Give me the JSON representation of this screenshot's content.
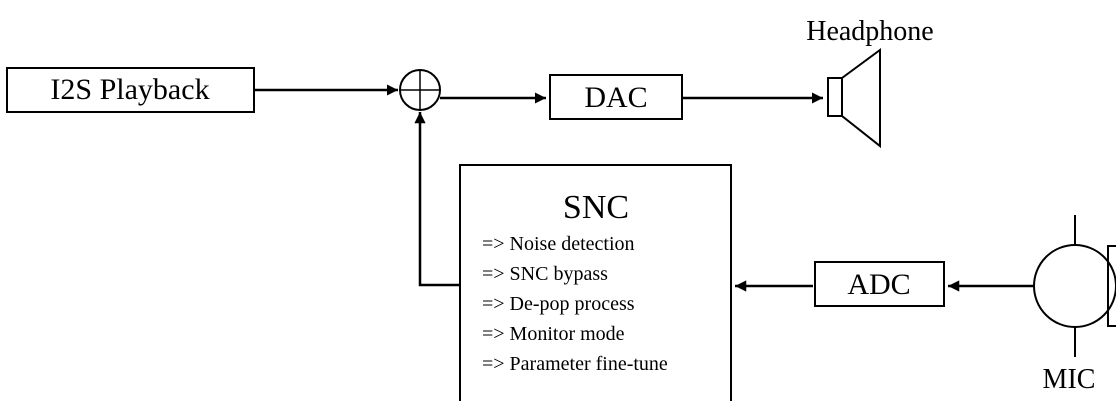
{
  "blocks": {
    "playback": "I2S Playback",
    "dac": "DAC",
    "adc": "ADC",
    "snc": {
      "title": "SNC",
      "items": [
        "=> Noise detection",
        "=> SNC bypass",
        "=> De-pop process",
        "=> Monitor mode",
        "=> Parameter fine-tune"
      ]
    }
  },
  "labels": {
    "headphone": "Headphone",
    "mic": "MIC"
  },
  "icons": {
    "summing_junction": "plus-circle-icon",
    "speaker": "speaker-icon",
    "microphone": "microphone-icon"
  }
}
